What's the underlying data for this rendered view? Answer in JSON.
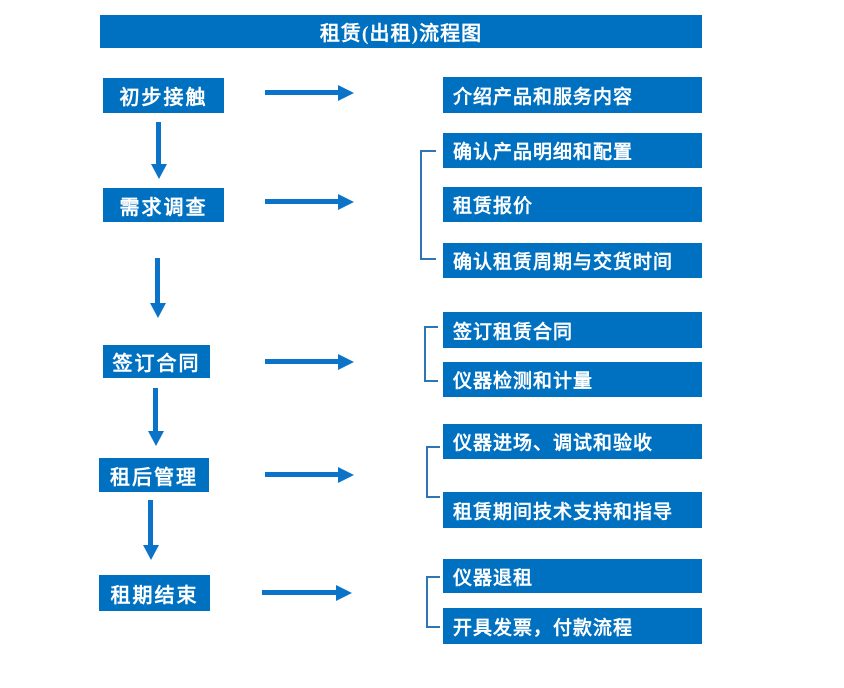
{
  "title": "租赁(出租)流程图",
  "colors": {
    "box_blue": "#0070C0",
    "arrow_blue": "#0b74c9",
    "bracket_blue": "#2E75B6",
    "text": "#FFFFFF",
    "background": "#FFFFFF"
  },
  "steps": [
    {
      "label": "初步接触",
      "outputs": [
        "介绍产品和服务内容"
      ]
    },
    {
      "label": "需求调查",
      "outputs": [
        "确认产品明细和配置",
        "租赁报价",
        "确认租赁周期与交货时间"
      ]
    },
    {
      "label": "签订合同",
      "outputs": [
        "签订租赁合同",
        "仪器检测和计量"
      ]
    },
    {
      "label": "租后管理",
      "outputs": [
        "仪器进场、调试和验收",
        "租赁期间技术支持和指导"
      ]
    },
    {
      "label": "租期结束",
      "outputs": [
        "仪器退租",
        "开具发票，付款流程"
      ]
    }
  ]
}
